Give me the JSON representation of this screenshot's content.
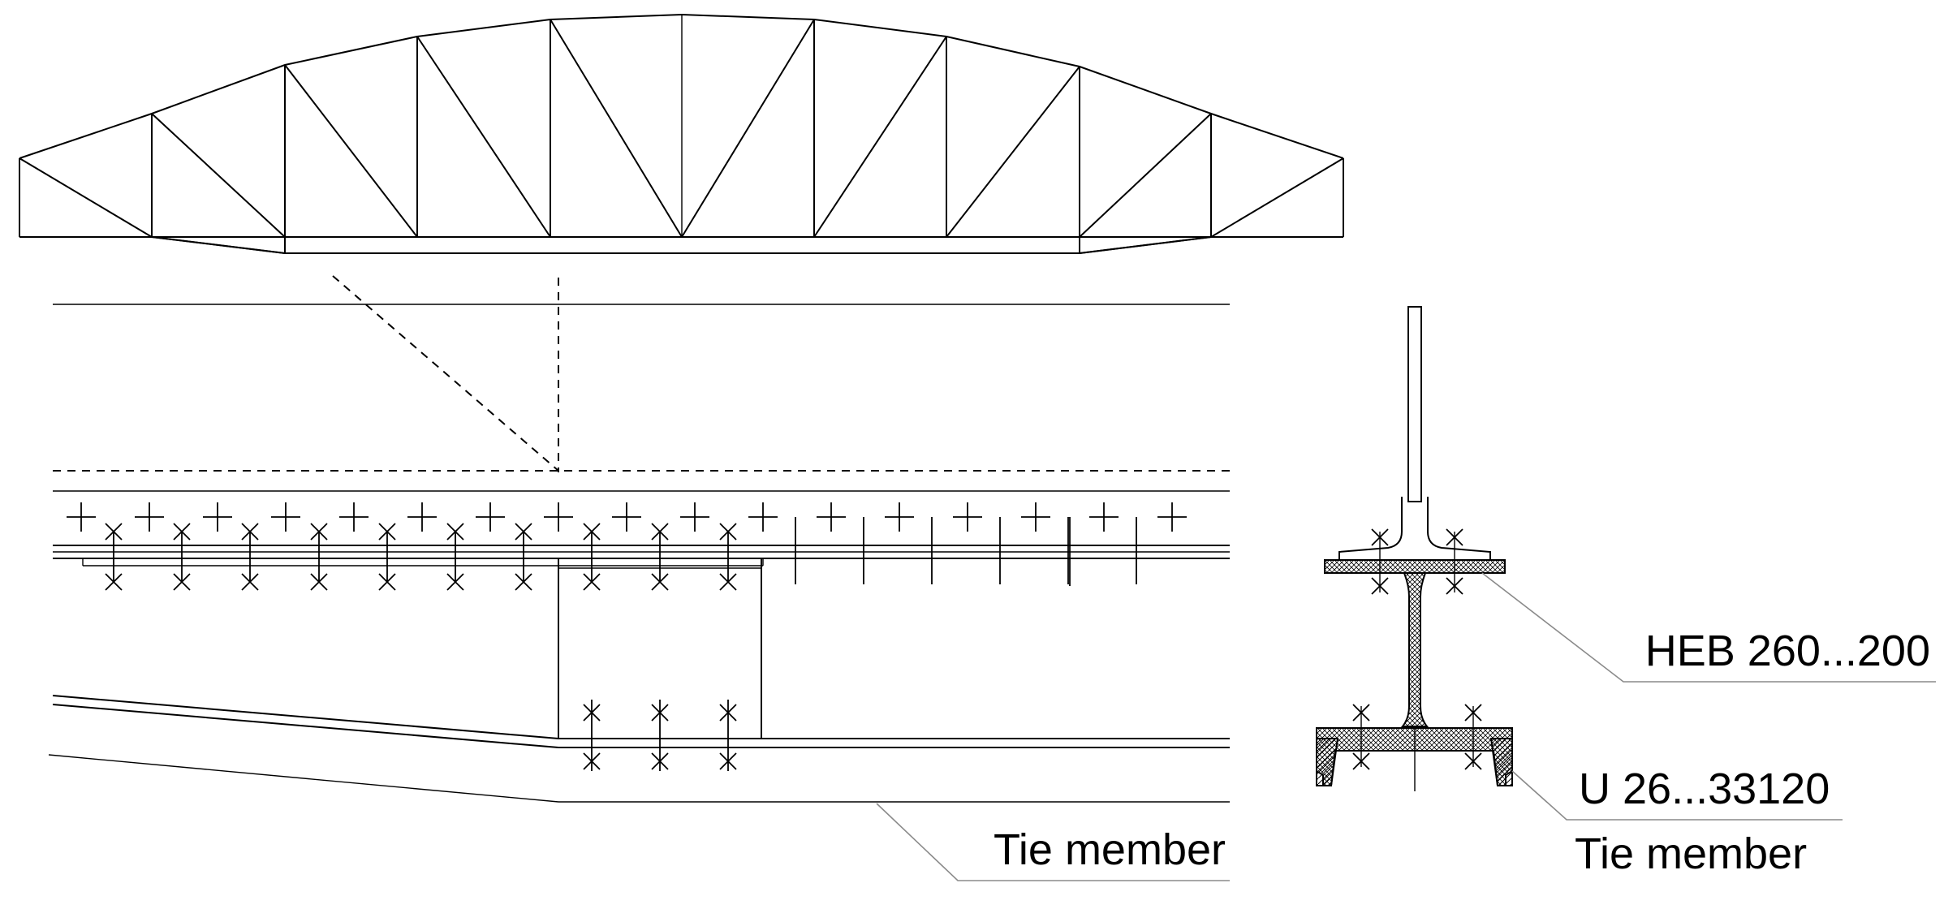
{
  "labels": {
    "tie_member_elevation": "Tie member",
    "heb_profile": "HEB 260...200",
    "u_profile": "U 26...33120",
    "tie_member_section": "Tie member"
  },
  "colors": {
    "line": "#000000",
    "leader": "#8a8a8a",
    "hatch": "#000000",
    "background": "#ffffff"
  }
}
